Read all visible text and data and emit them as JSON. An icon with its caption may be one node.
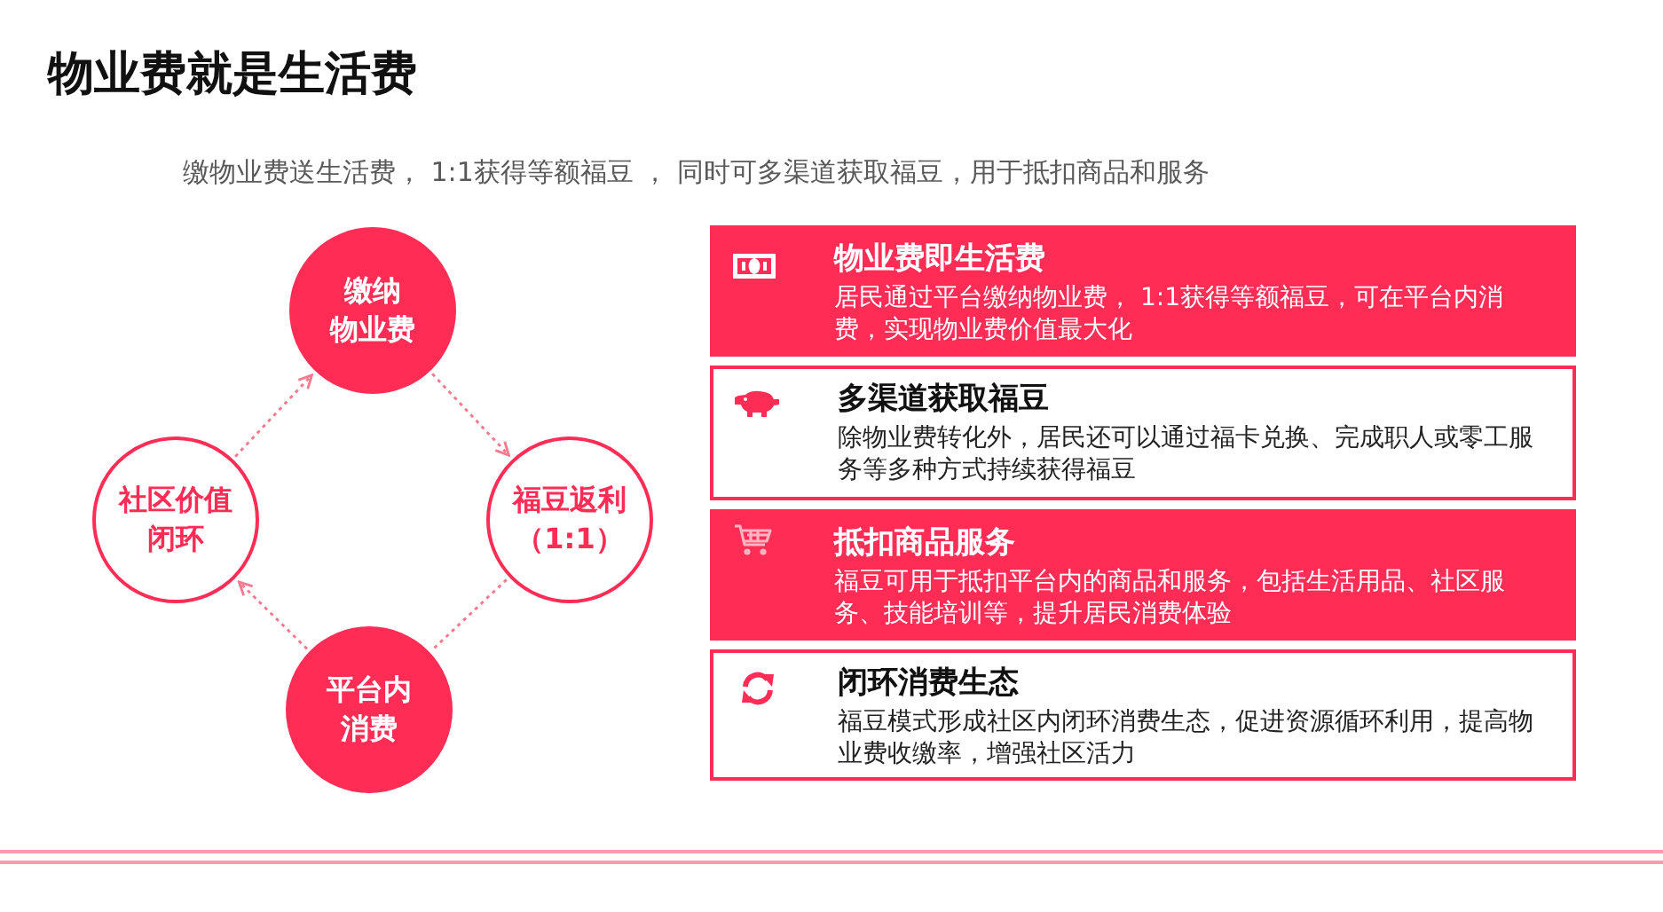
{
  "diagram": {
    "title": "物业费就是生活费",
    "nodes": [
      {
        "text": [
          "缴纳物业费"
        ]
      },
      {
        "text": [
          "福豆返利（1:1）"
        ]
      },
      {
        "text": [
          "平台内消费"
        ]
      },
      {
        "text": [
          "社区价值闭环"
        ]
      },
      {
        "text": [
          "物业费即生活费",
          "居民通过平台缴纳物业费， 1:1获得等额福豆，可在平台内消费，实现物业费价值最大化"
        ]
      },
      {
        "text": [
          "多渠道获取福豆",
          "除物业费转化外，居民还可以通过福卡兑换、完成职人或零工服务等多种方式持续获得福豆"
        ]
      },
      {
        "text": [
          "抵扣商品服务",
          "福豆可用于抵扣平台内的商品和服务，包括生活用品、社区服务、技能培训等，提升居民消费体验"
        ]
      },
      {
        "text": [
          "闭环消费生态",
          "福豆模式形成社区内闭环消费生态，促进资源循环利用，提高物业费收缴率，增强社区活力"
        ]
      }
    ],
    "edges": [
      {
        "from": 0,
        "to": 1,
        "arrow": "to",
        "style": "dashed"
      },
      {
        "from": 1,
        "to": 2,
        "arrow": "none",
        "style": "dashed"
      },
      {
        "from": 2,
        "to": 3,
        "arrow": "to",
        "style": "dashed"
      },
      {
        "from": 3,
        "to": 0,
        "arrow": "to",
        "style": "dashed"
      }
    ],
    "labels": [
      "缴物业费送生活费， 1:1获得等额福豆 ， 同时可多渠道获取福豆，用于抵扣商品和服务"
    ]
  }
}
